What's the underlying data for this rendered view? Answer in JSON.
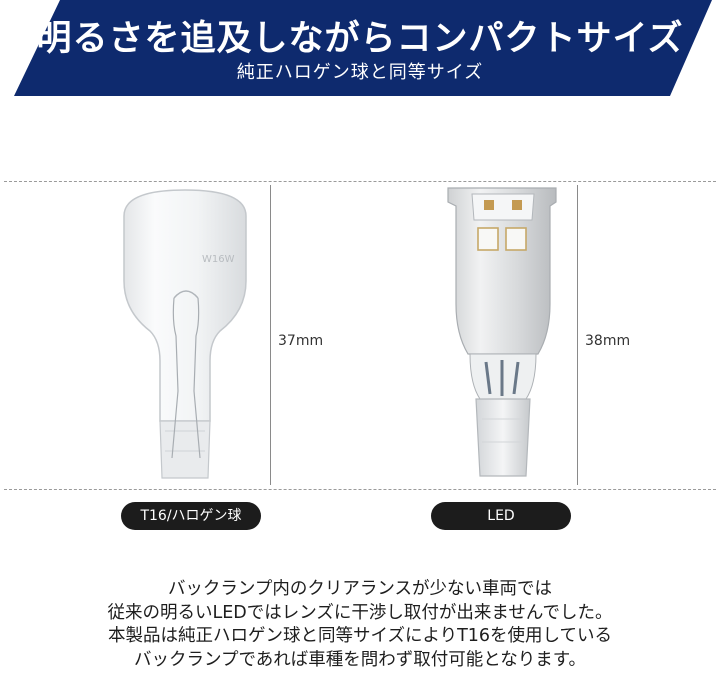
{
  "header": {
    "title": "明るさを追及しながらコンパクトサイズ",
    "subtitle": "純正ハロゲン球と同等サイズ"
  },
  "comparison": {
    "halogen": {
      "height_label": "37mm",
      "bulb_marking": "W16W",
      "caption": "T16/ハロゲン球"
    },
    "led": {
      "height_label": "38mm",
      "caption": "LED"
    }
  },
  "description": [
    "バックランプ内のクリアランスが少ない車両では",
    "従来の明るいLEDではレンズに干渉し取付が出来ませんでした。",
    "本製品は純正ハロゲン球と同等サイズによりT16を使用している",
    "バックランプであれば車種を問わず取付可能となります。"
  ],
  "colors": {
    "banner": "#0e2a6e",
    "pill": "#1c1c1c"
  }
}
